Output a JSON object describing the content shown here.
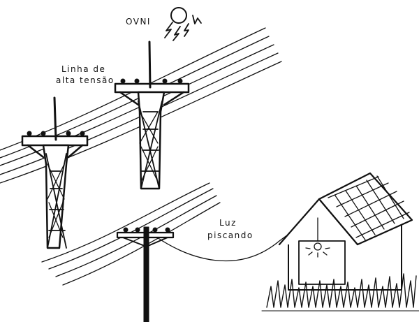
{
  "labels": {
    "ovni": "OVNI",
    "high_voltage_line_1": "Linha de",
    "high_voltage_line_2": "alta tensão",
    "blinking_light_1": "Luz",
    "blinking_light_2": "piscando"
  },
  "colors": {
    "ink": "#111111",
    "paper": "#ffffff"
  },
  "icons": [
    "ufo-sun-icon",
    "lightning-icon",
    "transmission-tower-icon",
    "utility-pole-icon",
    "house-icon",
    "lamp-icon",
    "grass-icon"
  ]
}
